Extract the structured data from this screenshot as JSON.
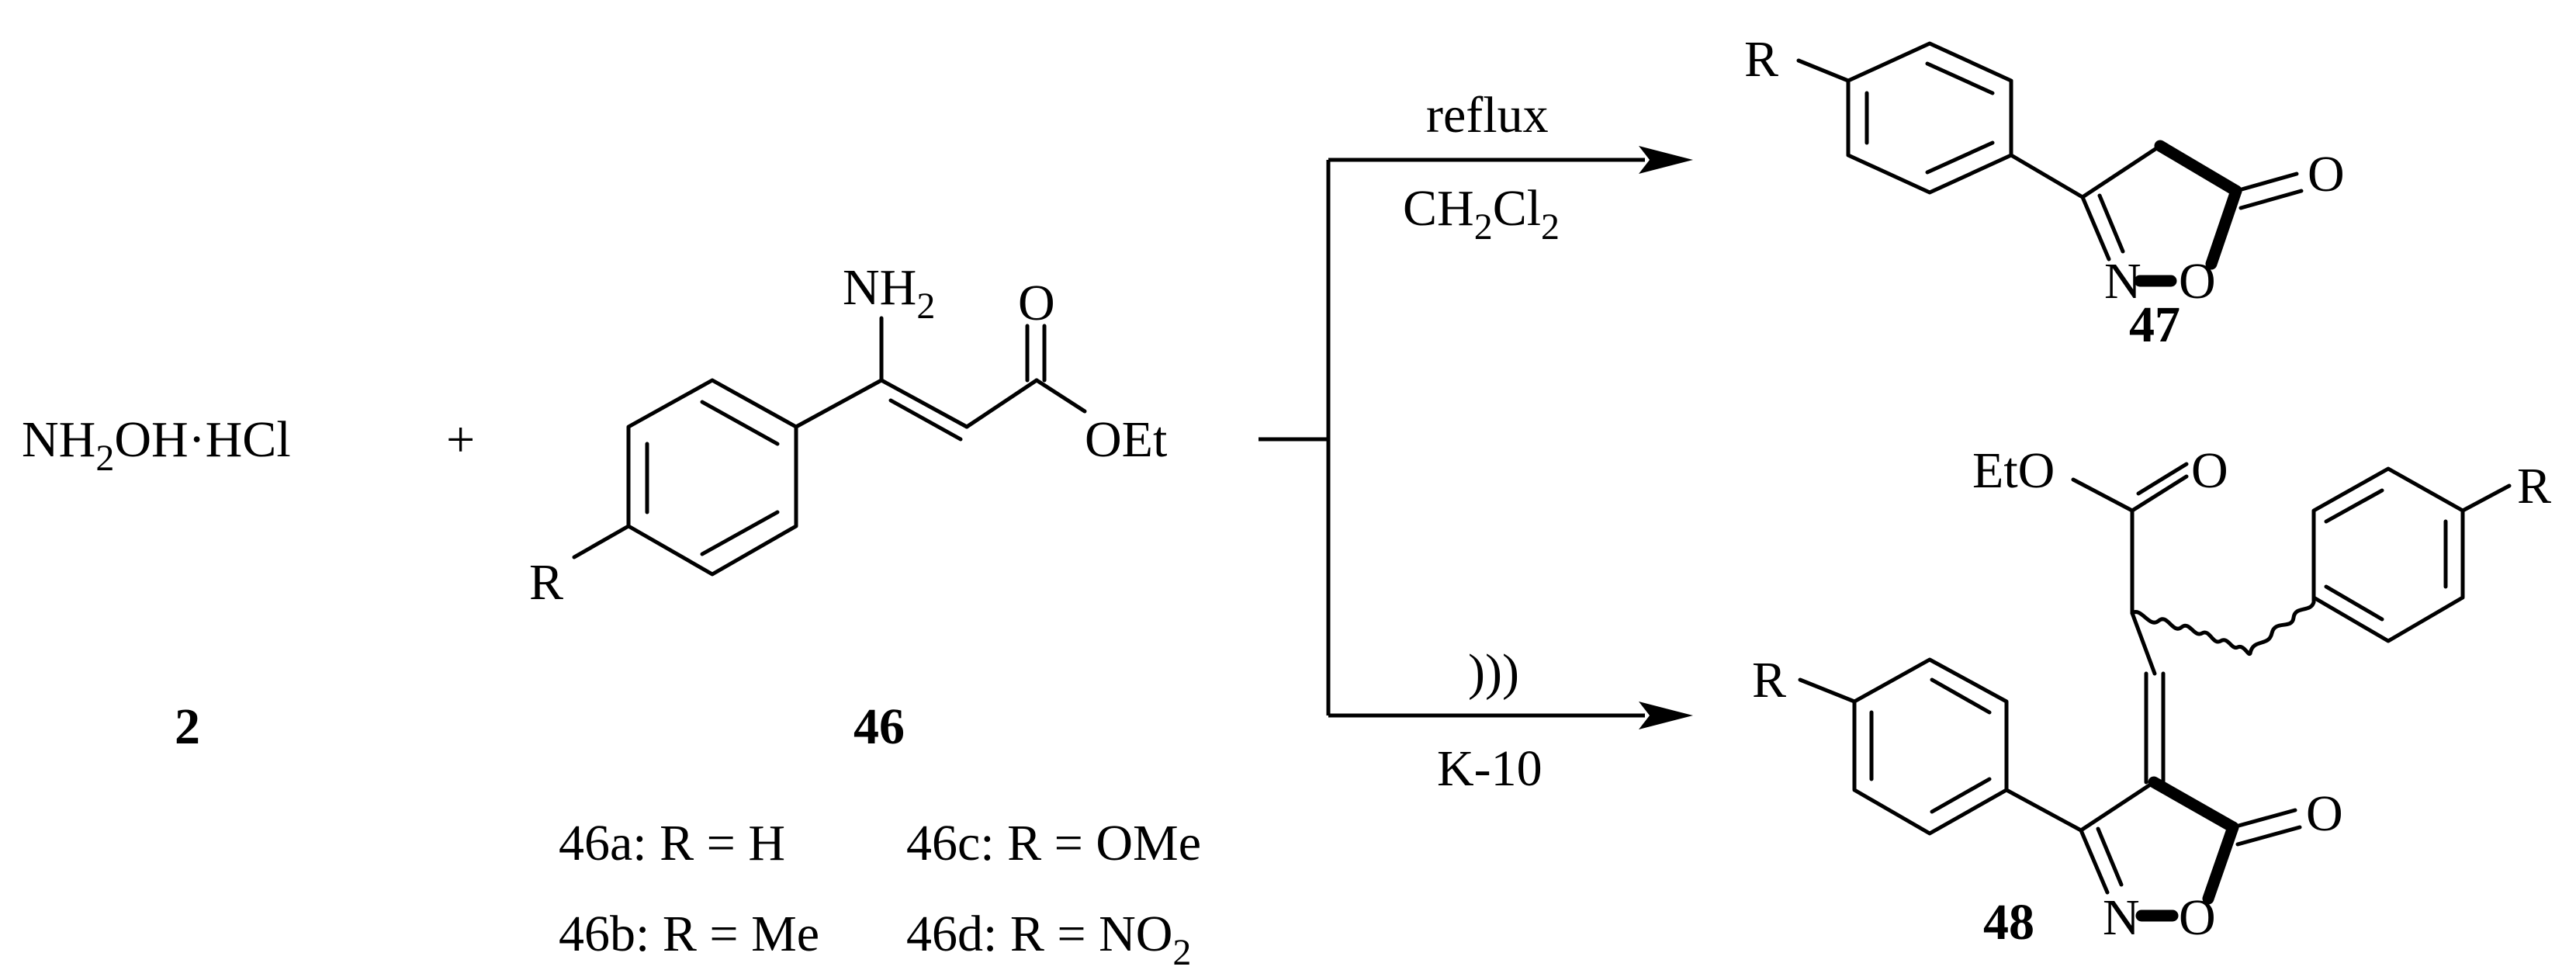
{
  "scheme": {
    "reagent": {
      "formula": "NH2OH·HCl",
      "number": "2"
    },
    "plus": "+",
    "substrate": {
      "number": "46",
      "atoms": {
        "amine": "NH2",
        "carbonyl_O": "O",
        "ester": "OEt",
        "substituent": "R"
      },
      "variants": [
        {
          "id": "46a",
          "text": "46a: R = H"
        },
        {
          "id": "46b",
          "text": "46b: R = Me"
        },
        {
          "id": "46c",
          "text": "46c: R = OMe"
        },
        {
          "id": "46d",
          "text": "46d: R = NO2"
        }
      ]
    },
    "upper_path": {
      "condition_top": "reflux",
      "condition_bottom": "CH2Cl2",
      "product": {
        "number": "47",
        "atoms": {
          "substituent": "R",
          "N": "N",
          "ring_O": "O",
          "carbonyl_O": "O"
        }
      }
    },
    "lower_path": {
      "condition_top": ")))",
      "condition_bottom": "K-10",
      "product": {
        "number": "48",
        "atoms": {
          "substituent_1": "R",
          "substituent_2": "R",
          "N": "N",
          "ring_O": "O",
          "carbonyl_O": "O",
          "ester_O": "O",
          "ester": "EtO"
        }
      }
    }
  }
}
